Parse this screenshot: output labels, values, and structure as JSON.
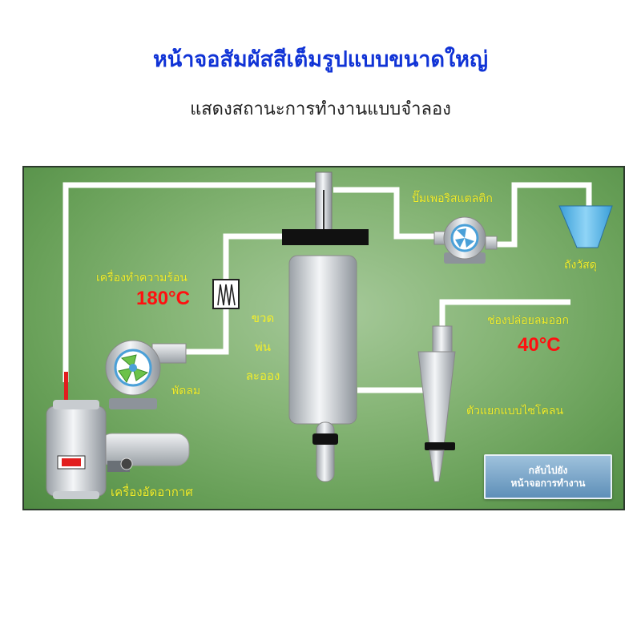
{
  "header": {
    "title": "หน้าจอสัมผัสสีเต็มรูปแบบขนาดใหญ่",
    "subtitle": "แสดงสถานะการทำงานแบบจำลอง"
  },
  "diagram": {
    "peristaltic_pump": "ปั๊มเพอริสแตลติก",
    "material_tank": "ถังวัสดุ",
    "heater": "เครื่องทำความร้อน",
    "heater_temp": "180°C",
    "spray_tower_lines": [
      "ขวด",
      "พ่น",
      "ละออง"
    ],
    "exhaust_outlet": "ช่องปล่อยลมออก",
    "exhaust_temp": "40°C",
    "fan": "พัดลม",
    "cyclone": "ตัวแยกแบบไซโคลน",
    "air_compressor": "เครื่องอัดอากาศ"
  },
  "back_button": {
    "line1": "กลับไปยัง",
    "line2": "หน้าจอการทำงาน"
  },
  "colors": {
    "title": "#1033d6",
    "panel_green": "#86b576",
    "label_yellow": "#f2ee2c",
    "temperature_red": "#ff1010",
    "pipe_white": "#ffffff"
  }
}
